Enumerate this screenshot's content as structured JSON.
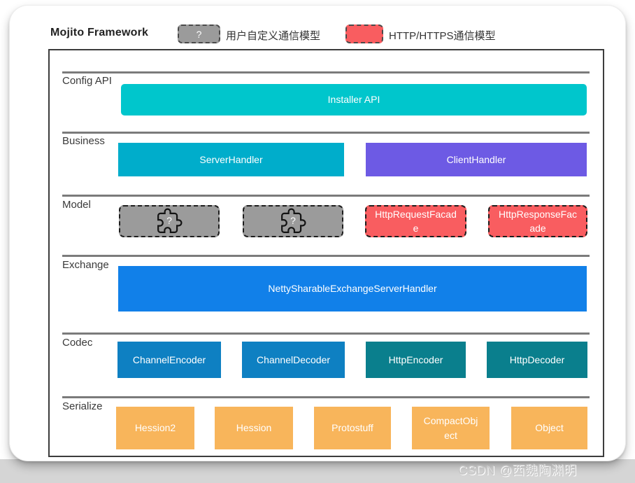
{
  "title": "Mojito Framework",
  "legend": {
    "custom": {
      "icon": "?",
      "label": "用户自定义通信模型",
      "swatch_color": "#9b9b9b"
    },
    "http": {
      "label": "HTTP/HTTPS通信模型",
      "swatch_color": "#f95d60"
    }
  },
  "layers": [
    {
      "name": "Config API",
      "boxes": [
        {
          "label": "Installer API",
          "color": "#00c6cc"
        }
      ]
    },
    {
      "name": "Business",
      "boxes": [
        {
          "label": "ServerHandler",
          "color": "#00adcb"
        },
        {
          "label": "ClientHandler",
          "color": "#6d5ae4"
        }
      ]
    },
    {
      "name": "Model",
      "boxes": [
        {
          "label": "",
          "type": "user-defined-plugin",
          "color": "#9b9b9b"
        },
        {
          "label": "",
          "type": "user-defined-plugin",
          "color": "#9b9b9b"
        },
        {
          "label": "HttpRequestFacade",
          "color": "#f95d60"
        },
        {
          "label": "HttpResponseFacade",
          "color": "#f95d60"
        }
      ]
    },
    {
      "name": "Exchange",
      "boxes": [
        {
          "label": "NettySharableExchangeServerHandler",
          "color": "#1180e9"
        }
      ]
    },
    {
      "name": "Codec",
      "boxes": [
        {
          "label": "ChannelEncoder",
          "color": "#0e80c2"
        },
        {
          "label": "ChannelDecoder",
          "color": "#0e80c2"
        },
        {
          "label": "HttpEncoder",
          "color": "#0a7f8d"
        },
        {
          "label": "HttpDecoder",
          "color": "#0a7f8d"
        }
      ]
    },
    {
      "name": "Serialize",
      "boxes": [
        {
          "label": "Hession2",
          "color": "#f8b55b"
        },
        {
          "label": "Hession",
          "color": "#f8b55b"
        },
        {
          "label": "Protostuff",
          "color": "#f8b55b"
        },
        {
          "label": "CompactObject",
          "color": "#f8b55b"
        },
        {
          "label": "Object",
          "color": "#f8b55b"
        }
      ]
    }
  ],
  "watermark": "CSDN @西魏陶渊明"
}
